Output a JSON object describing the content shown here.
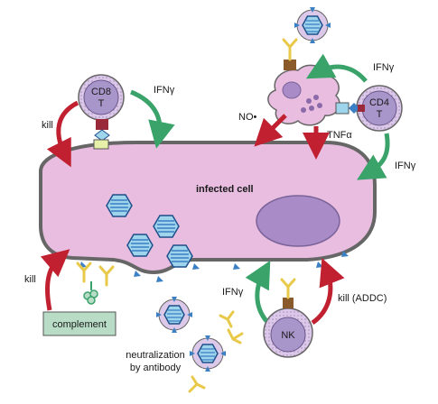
{
  "labels": {
    "infected_cell": "infected cell",
    "cd8_line1": "CD8",
    "cd8_line2": "T",
    "cd4_line1": "CD4",
    "cd4_line2": "T",
    "nk": "NK",
    "complement": "complement",
    "kill_cd8": "kill",
    "kill_complement": "kill",
    "kill_adcc": "kill (ADDC)",
    "ifng_cd8": "IFNγ",
    "ifng_cd4_top": "IFNγ",
    "ifng_cd4_right": "IFNγ",
    "ifng_nk": "IFNγ",
    "no": "NO•",
    "tnfa": "TNFα",
    "neutralization_line1": "neutralization",
    "neutralization_line2": "by antibody"
  },
  "colors": {
    "cell_fill": "#e8bde0",
    "cell_stroke": "#666666",
    "nucleus_fill": "#a98bc7",
    "lymphocyte_fill": "#a895c9",
    "lymphocyte_ring": "#dcc8e8",
    "arrow_red": "#c0202f",
    "arrow_green": "#3aa36a",
    "virus_blue": "#3b7fc4",
    "virus_light": "#9ed4ec",
    "antibody_yellow": "#e8c94a",
    "complement_fill": "#b9dcc7"
  }
}
